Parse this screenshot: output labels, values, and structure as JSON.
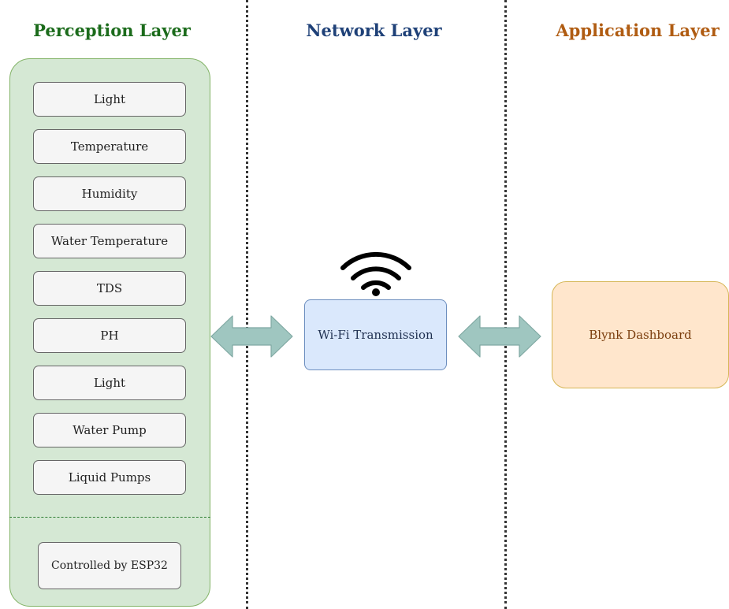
{
  "layers": {
    "perception": "Perception Layer",
    "network": "Network Layer",
    "application": "Application Layer"
  },
  "perception": {
    "items": [
      "Light",
      "Temperature",
      "Humidity",
      "Water Temperature",
      "TDS",
      "PH",
      "Light",
      "Water Pump",
      "Liquid Pumps"
    ],
    "controller": "Controlled by ESP32"
  },
  "network": {
    "node": "Wi-Fi Transmission",
    "icon": "wifi-icon"
  },
  "application": {
    "node": "Blynk Dashboard"
  },
  "colors": {
    "perception_fill": "#d5e8d4",
    "perception_stroke": "#82b366",
    "network_fill": "#dae8fc",
    "network_stroke": "#6c8ebf",
    "application_fill": "#ffe6cc",
    "application_stroke": "#d6b656",
    "arrow_fill": "#9fc6c0",
    "arrow_stroke": "#7fa8a2"
  }
}
